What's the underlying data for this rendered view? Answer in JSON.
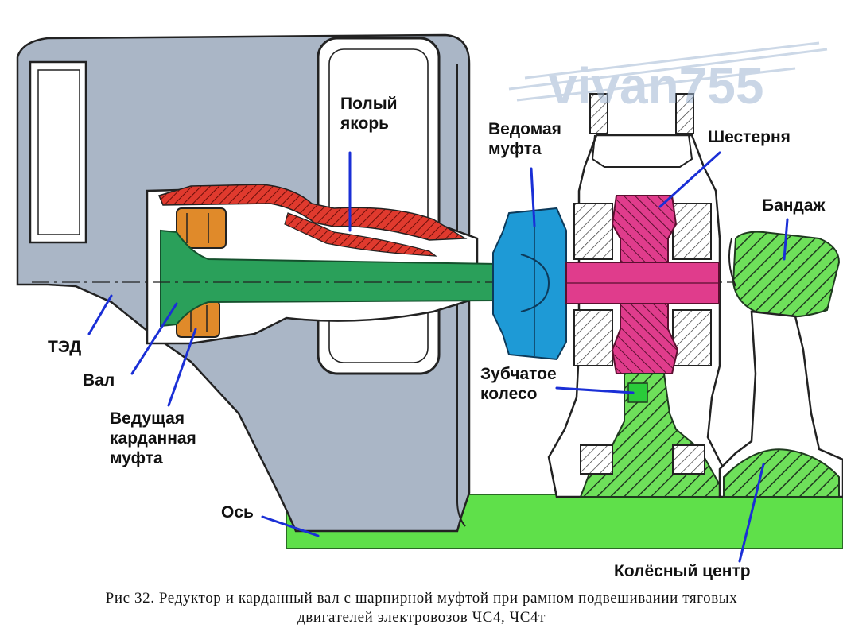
{
  "watermark": "vivan755",
  "labels": {
    "poly_yakor": "Полый якорь",
    "vedomaya_mufta": "Ведомая муфта",
    "shesternya": "Шестерня",
    "bandazh": "Бандаж",
    "ted": "ТЭД",
    "val": "Вал",
    "vedushchaya_mufta": "Ведущая карданная муфта",
    "zubchatoe_koleso": "Зубчатое колесо",
    "os": "Ось",
    "kolesny_centr": "Колёсный центр"
  },
  "caption": {
    "line1": "Рис 32. Редуктор и карданный вал с шарнирной муфтой при рамном подвешиваиии тяговых",
    "line2": "двигателей электровозов ЧС4, ЧС4т"
  },
  "colors": {
    "motor_body": "#aab6c6",
    "armature": "#e03a2e",
    "shaft": "#2aa05a",
    "driving_coupling": "#e08a2a",
    "driven_coupling": "#1e9ad6",
    "pinion": "#e03c8c",
    "axle": "#5fe04a",
    "leader_line": "#1a2fd6",
    "outline": "#222222"
  }
}
